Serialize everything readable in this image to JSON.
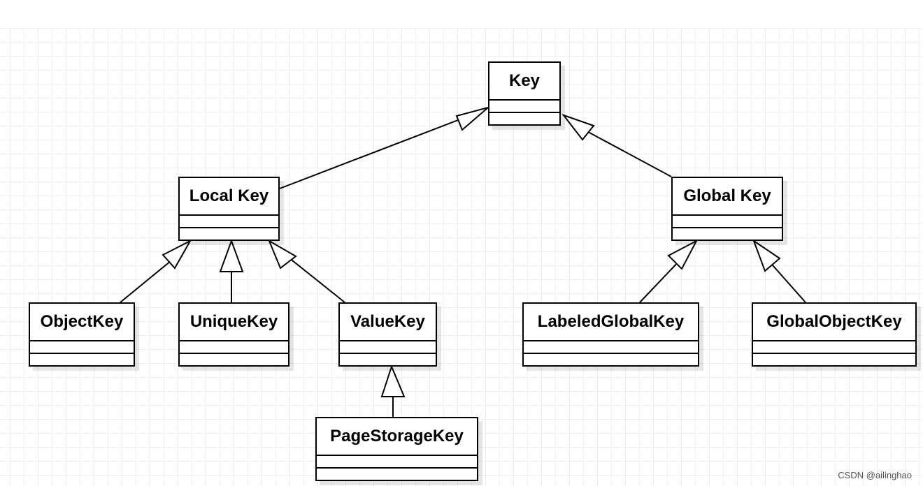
{
  "classes": {
    "key": "Key",
    "local_key": "Local Key",
    "global_key": "Global Key",
    "object_key": "ObjectKey",
    "unique_key": "UniqueKey",
    "value_key": "ValueKey",
    "labeled_global_key": "LabeledGlobalKey",
    "global_object_key": "GlobalObjectKey",
    "page_storage_key": "PageStorageKey"
  },
  "relations": [
    {
      "child": "Local Key",
      "parent": "Key",
      "type": "generalization"
    },
    {
      "child": "Global Key",
      "parent": "Key",
      "type": "generalization"
    },
    {
      "child": "ObjectKey",
      "parent": "Local Key",
      "type": "generalization"
    },
    {
      "child": "UniqueKey",
      "parent": "Local Key",
      "type": "generalization"
    },
    {
      "child": "ValueKey",
      "parent": "Local Key",
      "type": "generalization"
    },
    {
      "child": "LabeledGlobalKey",
      "parent": "Global Key",
      "type": "generalization"
    },
    {
      "child": "GlobalObjectKey",
      "parent": "Global Key",
      "type": "generalization"
    },
    {
      "child": "PageStorageKey",
      "parent": "ValueKey",
      "type": "generalization"
    }
  ],
  "watermark": "CSDN @ailinghao"
}
